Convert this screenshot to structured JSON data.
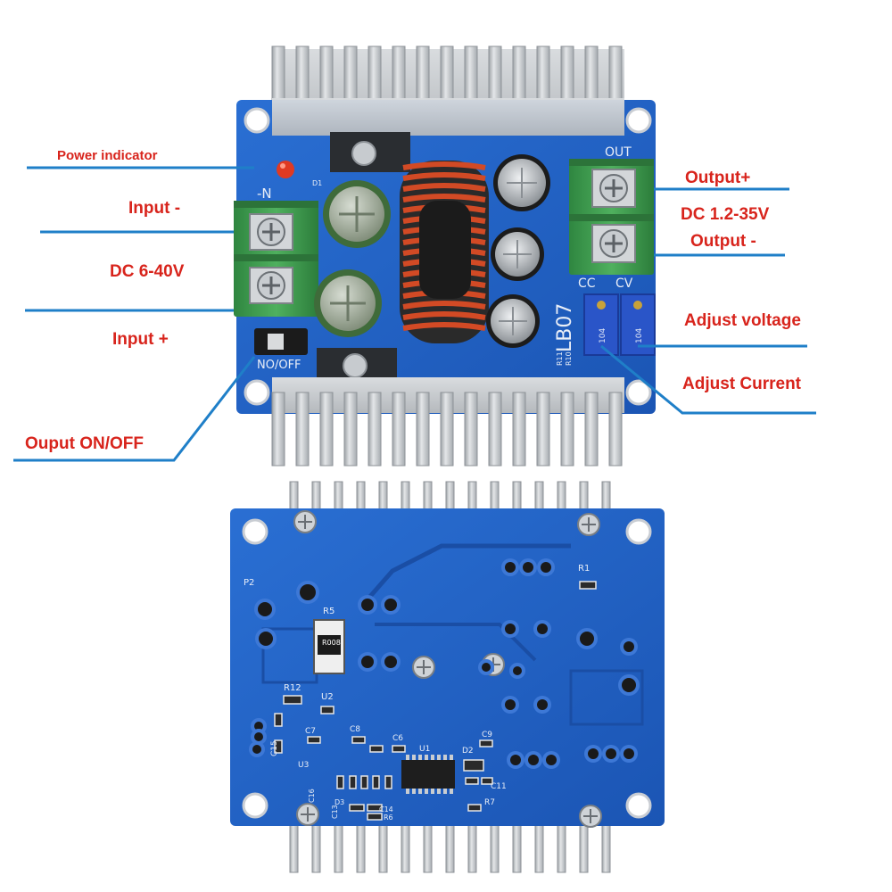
{
  "annotations": {
    "power_indicator": "Power indicator",
    "input_minus": "Input -",
    "dc_input_range": "DC 6-40V",
    "input_plus": "Input +",
    "output_on_off": "Ouput ON/OFF",
    "output_plus": "Output+",
    "dc_output_range": "DC 1.2-35V",
    "output_minus": "Output -",
    "adjust_voltage": "Adjust voltage",
    "adjust_current": "Adjust Current"
  },
  "board_markings": {
    "out": "OUT",
    "neg_n": "-N",
    "model": "LB07",
    "cc": "CC",
    "cv": "CV",
    "switch_label": "NO/OFF",
    "d1": "D1",
    "r11": "R11",
    "r10": "R10",
    "pot_code": "104",
    "p2": "P2",
    "r5": "R5",
    "r5_value": "R008",
    "r12": "R12",
    "u2": "U2",
    "r1": "R1",
    "c7": "C7",
    "c8": "C8",
    "c6": "C6",
    "u1": "U1",
    "d2": "D2",
    "c9": "C9",
    "c15": "C15",
    "u3": "U3",
    "c11": "C11",
    "r7": "R7",
    "c16": "C16",
    "c13": "C13",
    "d3": "D3",
    "c14": "C14",
    "r6": "R6"
  },
  "colors": {
    "pcb_blue": "#1f63c8",
    "heatsink": "#c9ccd0",
    "terminal_green": "#3c9a4c",
    "annotation_red": "#d8241c",
    "leader_blue": "#1f7fc8"
  }
}
